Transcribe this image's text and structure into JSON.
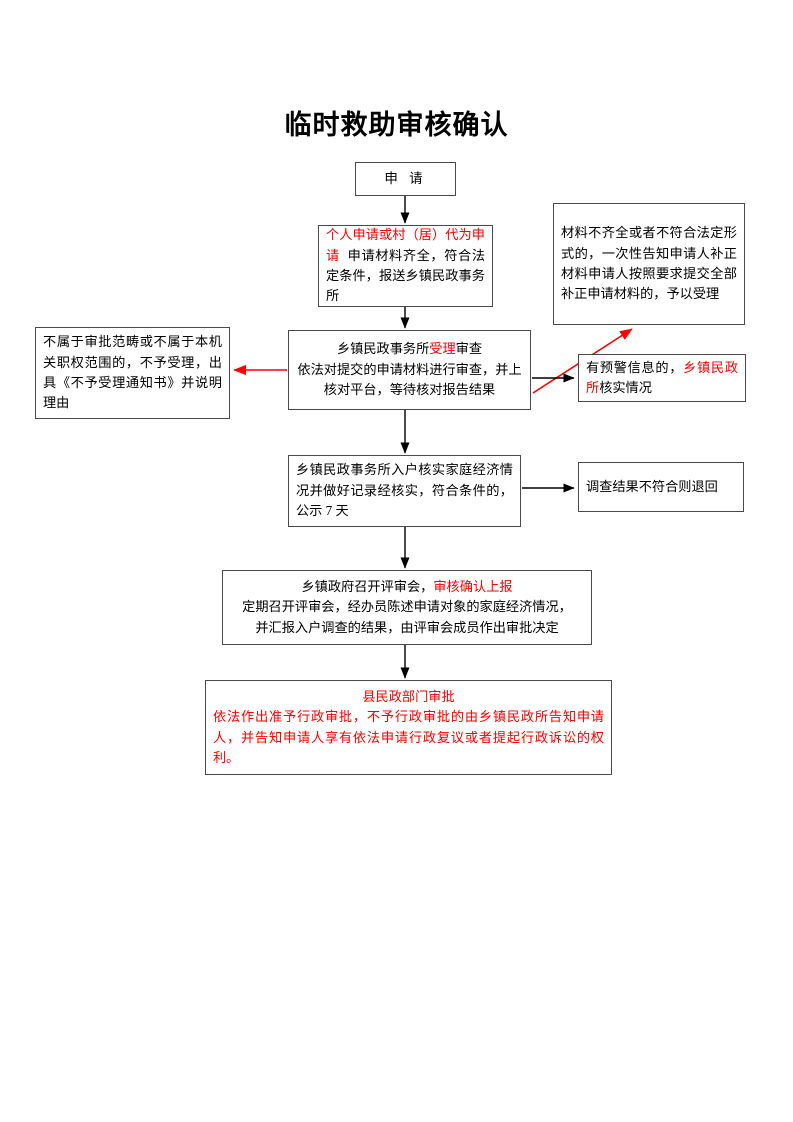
{
  "document": {
    "title": "临时救助审核确认",
    "type": "flowchart"
  },
  "colors": {
    "highlight": "#ff0000",
    "text": "#000000",
    "border": "#4a4a4a",
    "background": "#ffffff"
  },
  "nodes": {
    "apply": {
      "id": "apply",
      "lines": [
        {
          "text": "申  请",
          "color": "#000000"
        }
      ]
    },
    "submit": {
      "id": "submit",
      "lines": [
        {
          "text": "个人申请或村（居）代为申请",
          "color": "#ff0000"
        },
        {
          "text": "申请材料齐全，符合法定条件，报送乡镇民政事务所",
          "color": "#000000"
        }
      ],
      "headline_red": "个人申请或村（居）代为申请",
      "body_black": "申请材料齐全，符合法定条件，报送乡镇民政事务所"
    },
    "incomplete": {
      "id": "incomplete",
      "text": "材料不齐全或者不符合法定形式的，一次性告知申请人补正材料申请人按照要求提交全部补正申请材料的，予以受理"
    },
    "accept": {
      "id": "accept",
      "headline_prefix": "乡镇民政事务所",
      "headline_red": "受理",
      "headline_suffix": "审查",
      "body": "依法对提交的申请材料进行审查，并上核对平台，等待核对报告结果"
    },
    "reject": {
      "id": "reject",
      "text": "不属于审批范畴或不属于本机关职权范围的，不予受理，出具《不予受理通知书》并说明理由"
    },
    "warning": {
      "id": "warning",
      "prefix": "有预警信息的，",
      "red": "乡镇民政所",
      "suffix": "核实情况"
    },
    "homevisit": {
      "id": "homevisit",
      "text": "乡镇民政事务所入户核实家庭经济情况并做好记录经核实，符合条件的，公示 7 天"
    },
    "return": {
      "id": "return",
      "text": "调查结果不符合则退回"
    },
    "review": {
      "id": "review",
      "headline_black": "乡镇政府召开评审会，",
      "headline_red": "审核确认上报",
      "body_line1": "定期召开评审会，经办员陈述申请对象的家庭经济情况，",
      "body_line2": "并汇报入户调查的结果，由评审会成员作出审批决定"
    },
    "approval": {
      "id": "approval",
      "headline": "县民政部门审批",
      "body": "依法作出准予行政审批，不予行政审批的由乡镇民政所告知申请人，并告知申请人享有依法申请行政复议或者提起行政诉讼的权利。"
    }
  },
  "edges": [
    {
      "name": "apply-to-submit",
      "color": "#000000",
      "style": "arrow-down"
    },
    {
      "name": "submit-to-accept",
      "color": "#000000",
      "style": "arrow-down"
    },
    {
      "name": "accept-to-reject",
      "color": "#ff0000",
      "style": "arrow-left"
    },
    {
      "name": "accept-to-incomplete",
      "color": "#ff0000",
      "style": "arrow-diagonal-up-right"
    },
    {
      "name": "accept-to-warning",
      "color": "#000000",
      "style": "arrow-right"
    },
    {
      "name": "accept-to-homevisit",
      "color": "#000000",
      "style": "arrow-down"
    },
    {
      "name": "homevisit-to-return",
      "color": "#000000",
      "style": "arrow-right"
    },
    {
      "name": "homevisit-to-review",
      "color": "#000000",
      "style": "arrow-down"
    },
    {
      "name": "review-to-approval",
      "color": "#000000",
      "style": "arrow-down"
    }
  ]
}
